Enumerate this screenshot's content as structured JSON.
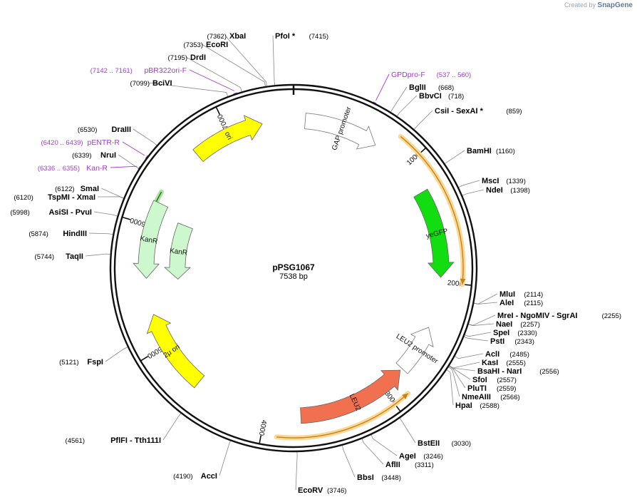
{
  "watermark": {
    "prefix": "Created by",
    "brand": "SnapGene"
  },
  "plasmid": {
    "name": "pPSG1067",
    "size_label": "7538 bp",
    "length": 7538
  },
  "ticks": [
    "1000",
    "2000",
    "3000",
    "4000",
    "5000",
    "6000",
    "7000"
  ],
  "features": [
    {
      "label": "ori",
      "start": 6693,
      "end": 7281,
      "direction": "cw",
      "color": "#ffff00",
      "track": "inner"
    },
    {
      "label": "GAP promoter",
      "start": 95,
      "end": 705,
      "direction": "cw",
      "color": "#ffffff",
      "track": "inner"
    },
    {
      "label": "yeGFP",
      "start": 1245,
      "end": 1960,
      "direction": "cw",
      "color": "#11dd11",
      "track": "inner"
    },
    {
      "label": "LEU2 promoter",
      "start": 2380,
      "end": 2780,
      "direction": "ccw",
      "color": "#ffffff",
      "track": "inner"
    },
    {
      "label": "LEU2",
      "start": 2800,
      "end": 3710,
      "direction": "ccw",
      "color": "#f07050",
      "track": "inner"
    },
    {
      "label": "2μ ori",
      "start": 4600,
      "end": 5270,
      "direction": "cw",
      "color": "#ffff00",
      "track": "inner"
    },
    {
      "label": "KanR",
      "start": 5540,
      "end": 6100,
      "direction": "ccw",
      "color": "#cdf7cd",
      "track": "inner2"
    },
    {
      "label": "KanR",
      "start": 5570,
      "end": 6195,
      "direction": "ccw",
      "color": "#cdf7cd",
      "track": "inner"
    }
  ],
  "orfs": [
    {
      "start": 820,
      "end": 2000,
      "direction": "cw"
    },
    {
      "start": 2880,
      "end": 3890,
      "direction": "ccw"
    },
    {
      "start": 5770,
      "end": 6280,
      "direction": "ccw",
      "style": "green"
    }
  ],
  "primers": [
    {
      "name": "GPDpro-F",
      "range": "(537 .. 560)"
    },
    {
      "name": "pBR322ori-F",
      "range": "(7142 .. 7161)"
    },
    {
      "name": "pENTR-R",
      "range": "(6420 .. 6439)"
    },
    {
      "name": "Kan-R",
      "range": "(6336 .. 6355)"
    }
  ],
  "sites": [
    {
      "name": "PfoI *",
      "pos": "(7415)"
    },
    {
      "name": "XbaI",
      "pos": "(7362)"
    },
    {
      "name": "EcoRI",
      "pos": "(7353)"
    },
    {
      "name": "DrdI",
      "pos": "(7195)"
    },
    {
      "name": "BciVI",
      "pos": "(7099)"
    },
    {
      "name": "BglII",
      "pos": "(668)"
    },
    {
      "name": "BbvCI",
      "pos": "(718)"
    },
    {
      "name": "CsiI - SexAI *",
      "pos": "(859)"
    },
    {
      "name": "BamHI",
      "pos": "(1160)"
    },
    {
      "name": "MscI",
      "pos": "(1339)"
    },
    {
      "name": "NdeI",
      "pos": "(1398)"
    },
    {
      "name": "MluI",
      "pos": "(2114)"
    },
    {
      "name": "AleI",
      "pos": "(2115)"
    },
    {
      "name": "MreI - NgoMIV - SgrAI",
      "pos": "(2255)"
    },
    {
      "name": "NaeI",
      "pos": "(2257)"
    },
    {
      "name": "SpeI",
      "pos": "(2330)"
    },
    {
      "name": "PstI",
      "pos": "(2343)"
    },
    {
      "name": "AclI",
      "pos": "(2485)"
    },
    {
      "name": "KasI",
      "pos": "(2555)"
    },
    {
      "name": "BsaHI - NarI",
      "pos": "(2556)"
    },
    {
      "name": "SfoI",
      "pos": "(2557)"
    },
    {
      "name": "PluTI",
      "pos": "(2559)"
    },
    {
      "name": "NmeAIII",
      "pos": "(2566)"
    },
    {
      "name": "HpaI",
      "pos": "(2588)"
    },
    {
      "name": "BstEII",
      "pos": "(3030)"
    },
    {
      "name": "AgeI",
      "pos": "(3246)"
    },
    {
      "name": "AflII",
      "pos": "(3311)"
    },
    {
      "name": "BbsI",
      "pos": "(3448)"
    },
    {
      "name": "EcoRV",
      "pos": "(3746)"
    },
    {
      "name": "AccI",
      "pos": "(4190)"
    },
    {
      "name": "PflFI - Tth111I",
      "pos": "(4561)"
    },
    {
      "name": "FspI",
      "pos": "(5121)"
    },
    {
      "name": "TaqII",
      "pos": "(5744)"
    },
    {
      "name": "HindIII",
      "pos": "(5874)"
    },
    {
      "name": "AsiSI - PvuI",
      "pos": "(5998)"
    },
    {
      "name": "TspMI - XmaI",
      "pos": "(6120)"
    },
    {
      "name": "SmaI",
      "pos": "(6122)"
    },
    {
      "name": "NruI",
      "pos": "(6339)"
    },
    {
      "name": "DraIII",
      "pos": "(6530)"
    }
  ]
}
